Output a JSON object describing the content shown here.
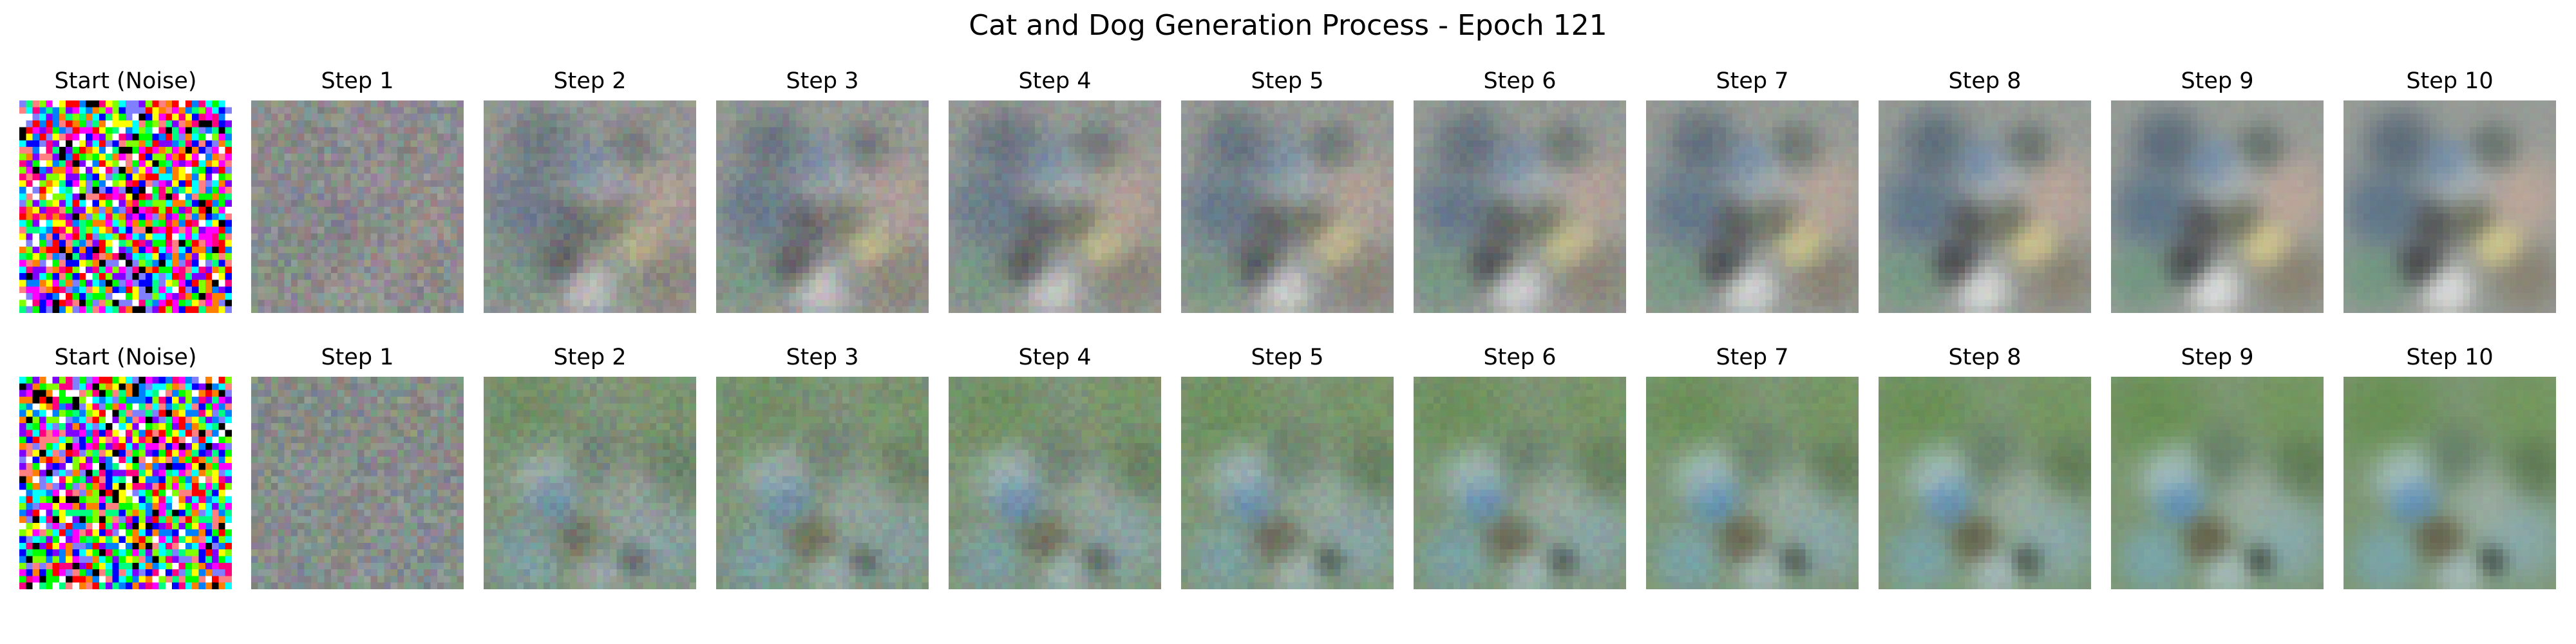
{
  "title": "Cat and Dog Generation Process - Epoch 121",
  "rows": [
    {
      "tone": "cool",
      "panels": [
        {
          "label": "Start (Noise)",
          "stage": 0
        },
        {
          "label": "Step 1",
          "stage": 1
        },
        {
          "label": "Step 2",
          "stage": 2
        },
        {
          "label": "Step 3",
          "stage": 3
        },
        {
          "label": "Step 4",
          "stage": 4
        },
        {
          "label": "Step 5",
          "stage": 5
        },
        {
          "label": "Step 6",
          "stage": 6
        },
        {
          "label": "Step 7",
          "stage": 7
        },
        {
          "label": "Step 8",
          "stage": 8
        },
        {
          "label": "Step 9",
          "stage": 9
        },
        {
          "label": "Step 10",
          "stage": 10
        }
      ]
    },
    {
      "tone": "green",
      "panels": [
        {
          "label": "Start (Noise)",
          "stage": 0
        },
        {
          "label": "Step 1",
          "stage": 1
        },
        {
          "label": "Step 2",
          "stage": 2
        },
        {
          "label": "Step 3",
          "stage": 3
        },
        {
          "label": "Step 4",
          "stage": 4
        },
        {
          "label": "Step 5",
          "stage": 5
        },
        {
          "label": "Step 6",
          "stage": 6
        },
        {
          "label": "Step 7",
          "stage": 7
        },
        {
          "label": "Step 8",
          "stage": 8
        },
        {
          "label": "Step 9",
          "stage": 9
        },
        {
          "label": "Step 10",
          "stage": 10
        }
      ]
    }
  ]
}
